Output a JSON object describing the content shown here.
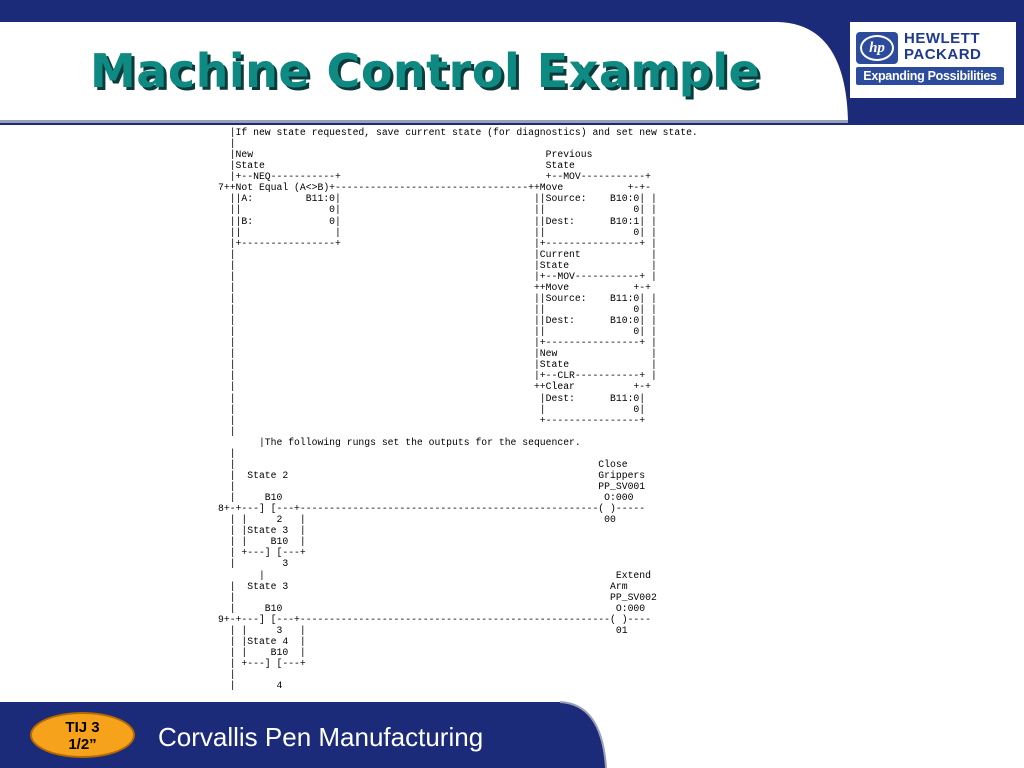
{
  "slide": {
    "title": "Machine Control Example",
    "logo": {
      "line1": "HEWLETT",
      "line2": "PACKARD",
      "tagline": "Expanding Possibilities",
      "mark": "hp"
    },
    "ladder_lines": [
      "  |If new state requested, save current state (for diagnostics) and set new state.",
      "  |",
      "  |New                                                  Previous",
      "  |State                                                State",
      "  |+--NEQ-----------+                                   +--MOV-----------+",
      "7++Not Equal (A<>B)+---------------------------------++Move           +-+-",
      "  ||A:         B11:0|                                 ||Source:    B10:0| |",
      "  ||               0|                                 ||               0| |",
      "  ||B:             0|                                 ||Dest:      B10:1| |",
      "  ||                |                                 ||               0| |",
      "  |+----------------+                                 |+----------------+ |",
      "  |                                                   |Current            |",
      "  |                                                   |State              |",
      "  |                                                   |+--MOV-----------+ |",
      "  |                                                   ++Move           +-+",
      "  |                                                   ||Source:    B11:0| |",
      "  |                                                   ||               0| |",
      "  |                                                   ||Dest:      B10:0| |",
      "  |                                                   ||               0| |",
      "  |                                                   |+----------------+ |",
      "  |                                                   |New                |",
      "  |                                                   |State              |",
      "  |                                                   |+--CLR-----------+ |",
      "  |                                                   ++Clear          +-+",
      "  |                                                    |Dest:      B11:0|",
      "  |                                                    |               0|",
      "  |                                                    +----------------+",
      "  |",
      "       |The following rungs set the outputs for the sequencer.",
      "  |",
      "  |                                                              Close",
      "  |  State 2                                                     Grippers",
      "  |                                                              PP_SV001",
      "  |     B10                                                       O:000",
      "8+-+---] [---+---------------------------------------------------( )-----",
      "  | |     2   |                                                   00",
      "  | |State 3  |",
      "  | |    B10  |",
      "  | +---] [---+",
      "  |        3",
      "       |                                                            Extend",
      "  |  State 3                                                       Arm",
      "  |                                                                PP_SV002",
      "  |     B10                                                         O:000",
      "9+-+---] [---+-----------------------------------------------------( )----",
      "  | |     3   |                                                     01",
      "  | |State 4  |",
      "  | |    B10  |",
      "  | +---] [---+",
      "  |",
      "  |       4"
    ],
    "footer": {
      "badge_line1": "TIJ 3",
      "badge_line2": "1/2”",
      "text": "Corvallis Pen Manufacturing"
    },
    "colors": {
      "navy": "#1c2a7a",
      "title_teal": "#0f8a82",
      "badge_orange": "#f6a21a"
    }
  }
}
